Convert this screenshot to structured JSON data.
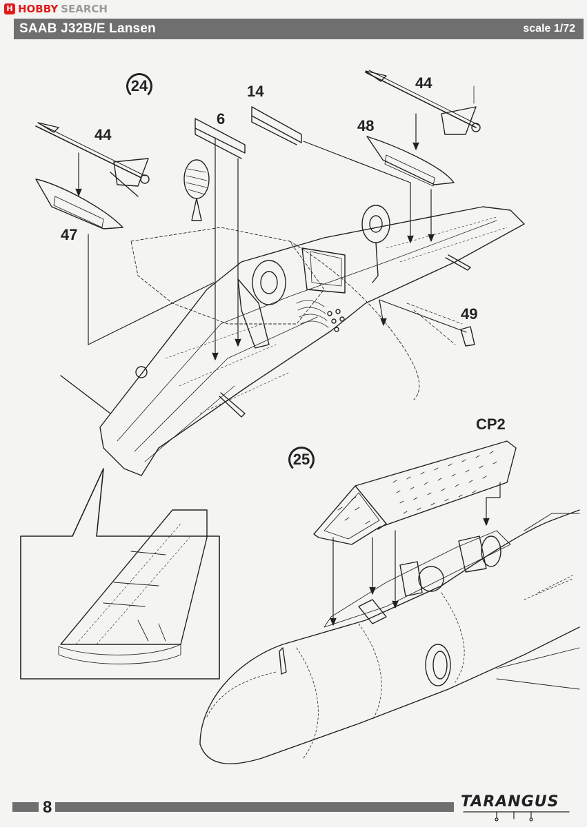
{
  "watermark": {
    "logo": "H",
    "brand": "HOBBY",
    "search": "SEARCH"
  },
  "header": {
    "title": "SAAB J32B/E Lansen",
    "scale": "scale 1/72"
  },
  "steps": {
    "step24": "24",
    "step25": "25"
  },
  "parts": {
    "p44_left": "44",
    "p47": "47",
    "p6": "6",
    "p14": "14",
    "p44_right": "44",
    "p48": "48",
    "p49": "49",
    "cp2": "CP2"
  },
  "footer": {
    "page": "8",
    "brand": "TARANGUS"
  }
}
